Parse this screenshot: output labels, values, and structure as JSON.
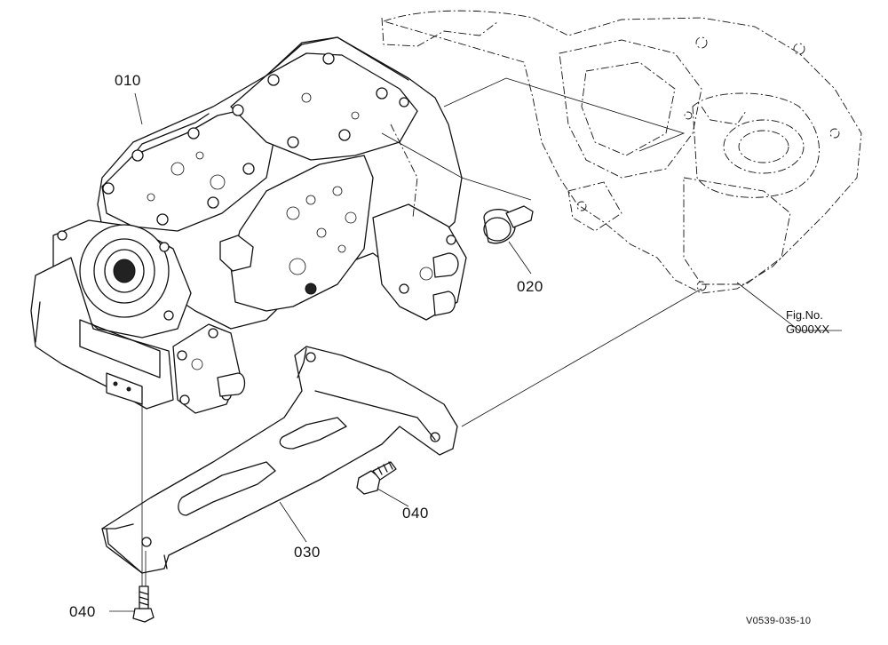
{
  "callouts": {
    "c010": "010",
    "c020": "020",
    "c030": "030",
    "c040a": "040",
    "c040b": "040"
  },
  "figure_ref": {
    "line1": "Fig.No.",
    "line2": "G000XX"
  },
  "drawing_number": "V0539-035-10"
}
